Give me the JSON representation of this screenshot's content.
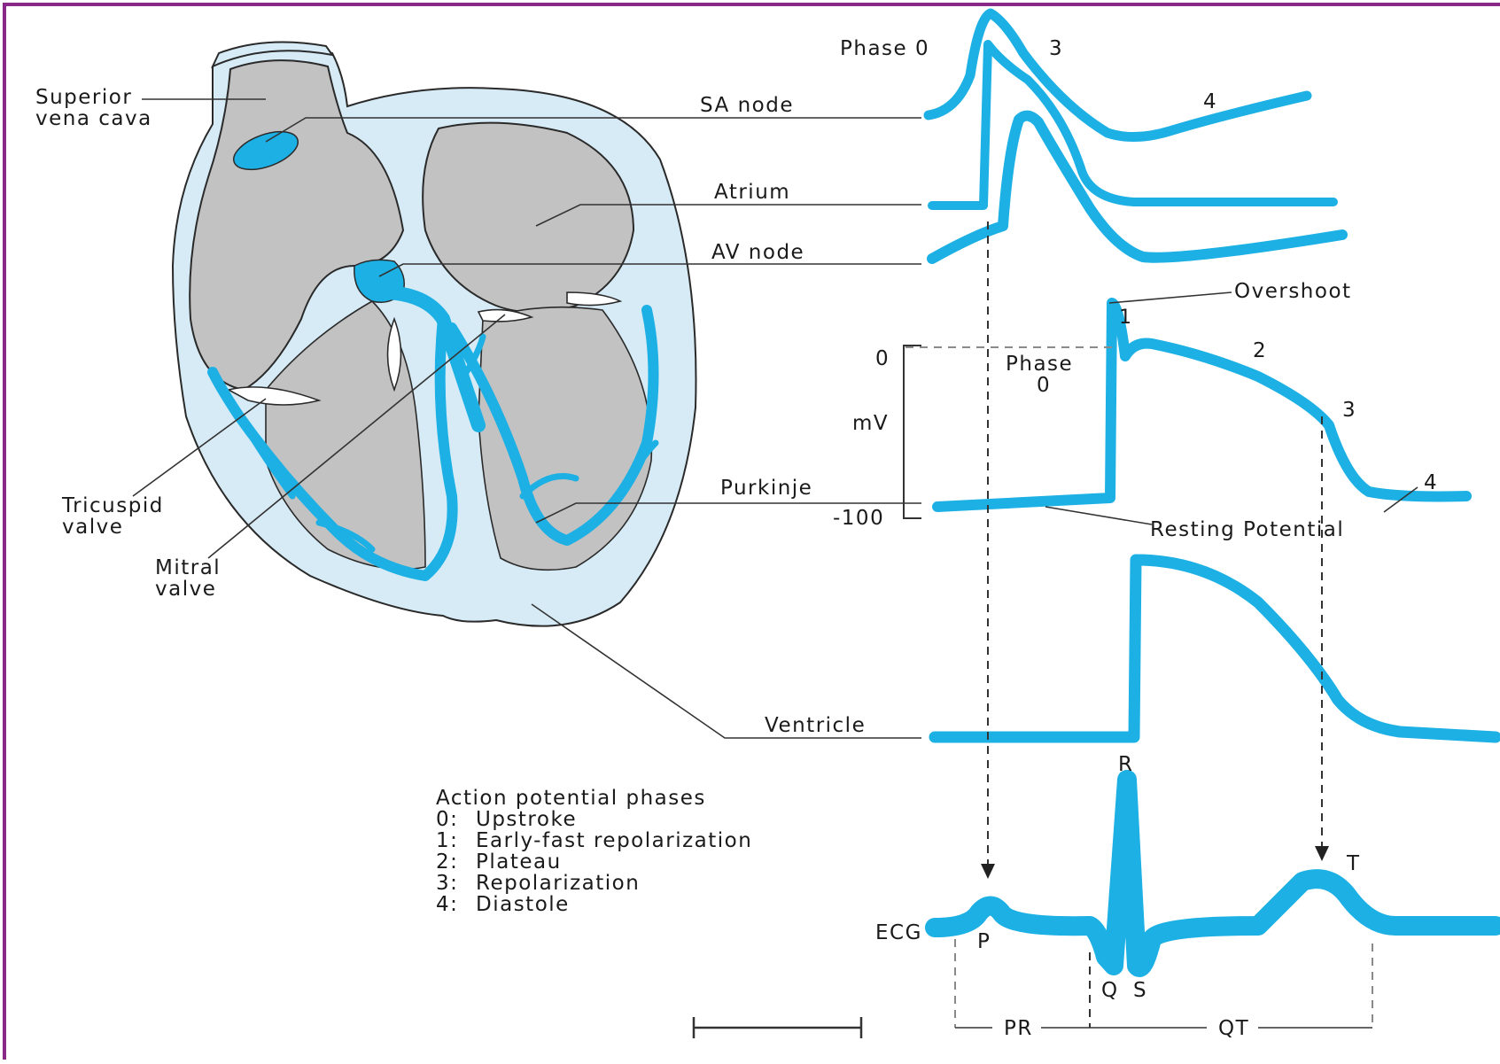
{
  "colors": {
    "trace": "#1cb0e4",
    "heart_wall": "#d6ebf6",
    "heart_chamber": "#c2c2c2",
    "frame_border": "#8a2a88",
    "text": "#1a1a1a"
  },
  "heart_labels": {
    "superior_vena_cava_1": "Superior",
    "superior_vena_cava_2": "vena cava",
    "tricuspid_1": "Tricuspid",
    "tricuspid_2": "valve",
    "mitral_1": "Mitral",
    "mitral_2": "valve"
  },
  "trace_labels": {
    "sa_node": "SA node",
    "atrium": "Atrium",
    "av_node": "AV node",
    "purkinje": "Purkinje",
    "ventricle": "Ventricle",
    "ecg": "ECG"
  },
  "sa_phases": {
    "phase0": "Phase 0",
    "p3": "3",
    "p4": "4"
  },
  "purkinje_phases": {
    "overshoot": "Overshoot",
    "p1": "1",
    "p2": "2",
    "p3": "3",
    "p4": "4",
    "phase0_1": "Phase",
    "phase0_2": "0",
    "resting": "Resting Potential"
  },
  "axis": {
    "zero": "0",
    "unit": "mV",
    "min": "-100"
  },
  "ecg_waves": {
    "p": "P",
    "q": "Q",
    "r": "R",
    "s": "S",
    "t": "T",
    "pr": "PR",
    "qt": "QT"
  },
  "legend": {
    "title": "Action potential phases",
    "items": [
      {
        "num": "0:",
        "text": "Upstroke"
      },
      {
        "num": "1:",
        "text": "Early-fast repolarization"
      },
      {
        "num": "2:",
        "text": "Plateau"
      },
      {
        "num": "3:",
        "text": "Repolarization"
      },
      {
        "num": "4:",
        "text": "Diastole"
      }
    ]
  }
}
